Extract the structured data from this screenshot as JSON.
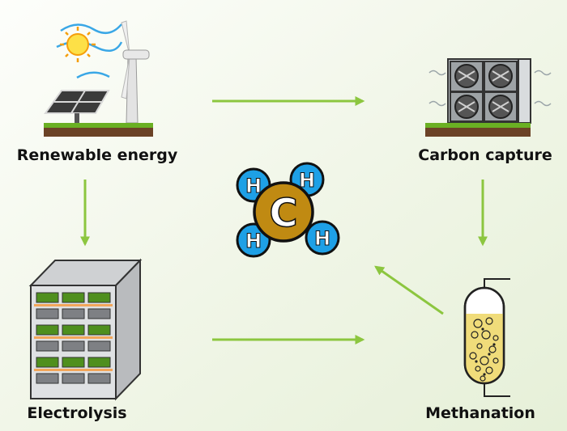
{
  "nodes": {
    "renewable": {
      "label": "Renewable energy"
    },
    "carbon": {
      "label": "Carbon capture"
    },
    "electrolysis": {
      "label": "Electrolysis"
    },
    "methanation": {
      "label": "Methanation"
    }
  },
  "molecule": {
    "center": "C",
    "atoms": [
      "H",
      "H",
      "H",
      "H"
    ]
  },
  "colors": {
    "arrow": "#8cc63f",
    "grass": "#6ab023",
    "soil": "#6b4226",
    "carbon_atom": "#c08a12",
    "hydrogen_atom": "#1ea0e6",
    "reactor_fill": "#f0dc7a",
    "rack_gray": "#8e9094"
  }
}
